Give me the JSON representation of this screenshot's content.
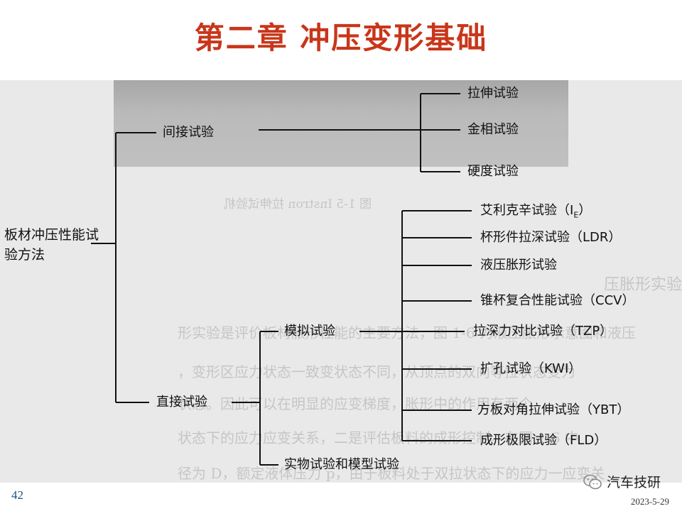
{
  "slide": {
    "title": "第二章  冲压变形基础",
    "page_number": "42",
    "date": "2023-5-29"
  },
  "watermark": {
    "text": "汽车技研",
    "icon": "wechat-icon"
  },
  "diagram": {
    "root": "板材冲压性能试验方法",
    "indirect": {
      "label": "间接试验",
      "children": [
        "拉伸试验",
        "金相试验",
        "硬度试验"
      ]
    },
    "direct": {
      "label": "直接试验",
      "simulation": {
        "label": "模拟试验",
        "children": [
          "艾利克辛试验（I",
          "杯形件拉深试验（LDR）",
          "液压胀形试验",
          "锥杯复合性能试验（CCV）",
          "拉深力对比试验（TZP）",
          "扩孔试验（KWI）",
          "方板对角拉伸试验（YBT）",
          "成形极限试验（FLD）"
        ],
        "erichsen_subscript": "E",
        "erichsen_close": "）"
      },
      "physical": "实物试验和模型试验"
    }
  },
  "background_text": {
    "caption": "图 1-5  Instron 拉伸试验机",
    "heading": "压胀形实验",
    "line1": "形实验是评价板材胀形性能的主要方法，图 1-6 为液压胀形示意图和液压",
    "line2": "，变形区应力状态一致变状态不同，从顶点的双向等拉状态变为",
    "line3": "状态。因此可以在明显的应变梯度，胀形中的作用有两个",
    "line4": "状态下的应力应变关系，二是评估板料的成形控制。在图 1-6 中",
    "line5": "径为 D，额定液体压力 p，由于板料处于双拉状态下的应力一应变关"
  }
}
